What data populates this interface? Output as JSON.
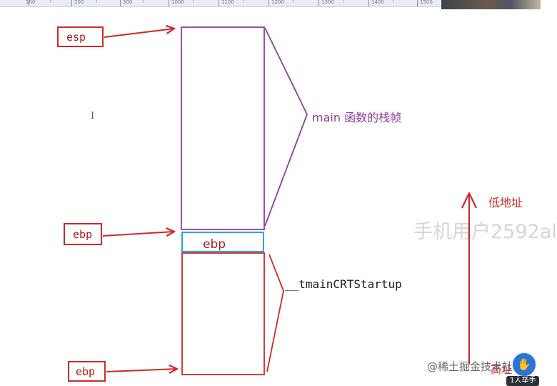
{
  "ruler": {
    "labels": [
      "100",
      "200",
      "300",
      "1000",
      "1100",
      "1200",
      "1300",
      "1400",
      "1500"
    ]
  },
  "labels": {
    "esp": "esp",
    "ebp_top": "ebp",
    "ebp_bottom": "ebp",
    "ebp_slot": "ebp",
    "main_frame": "main 函数的栈帧",
    "tmain": "__tmainCRTStartup",
    "low_address": "低地址",
    "high_address": "高址"
  },
  "overlay": {
    "watermark": "手机用户2592al",
    "credit": "@稀土掘金技术社区",
    "hand_badge": "1人举手"
  },
  "colors": {
    "red": "#cc2a2a",
    "purple": "#8a3f9a",
    "cyan": "#2aa6d6",
    "dark_red_text": "#b01818"
  },
  "icons": {
    "cursor": "i-beam-cursor-icon",
    "raise_hand": "raise-hand-icon"
  }
}
